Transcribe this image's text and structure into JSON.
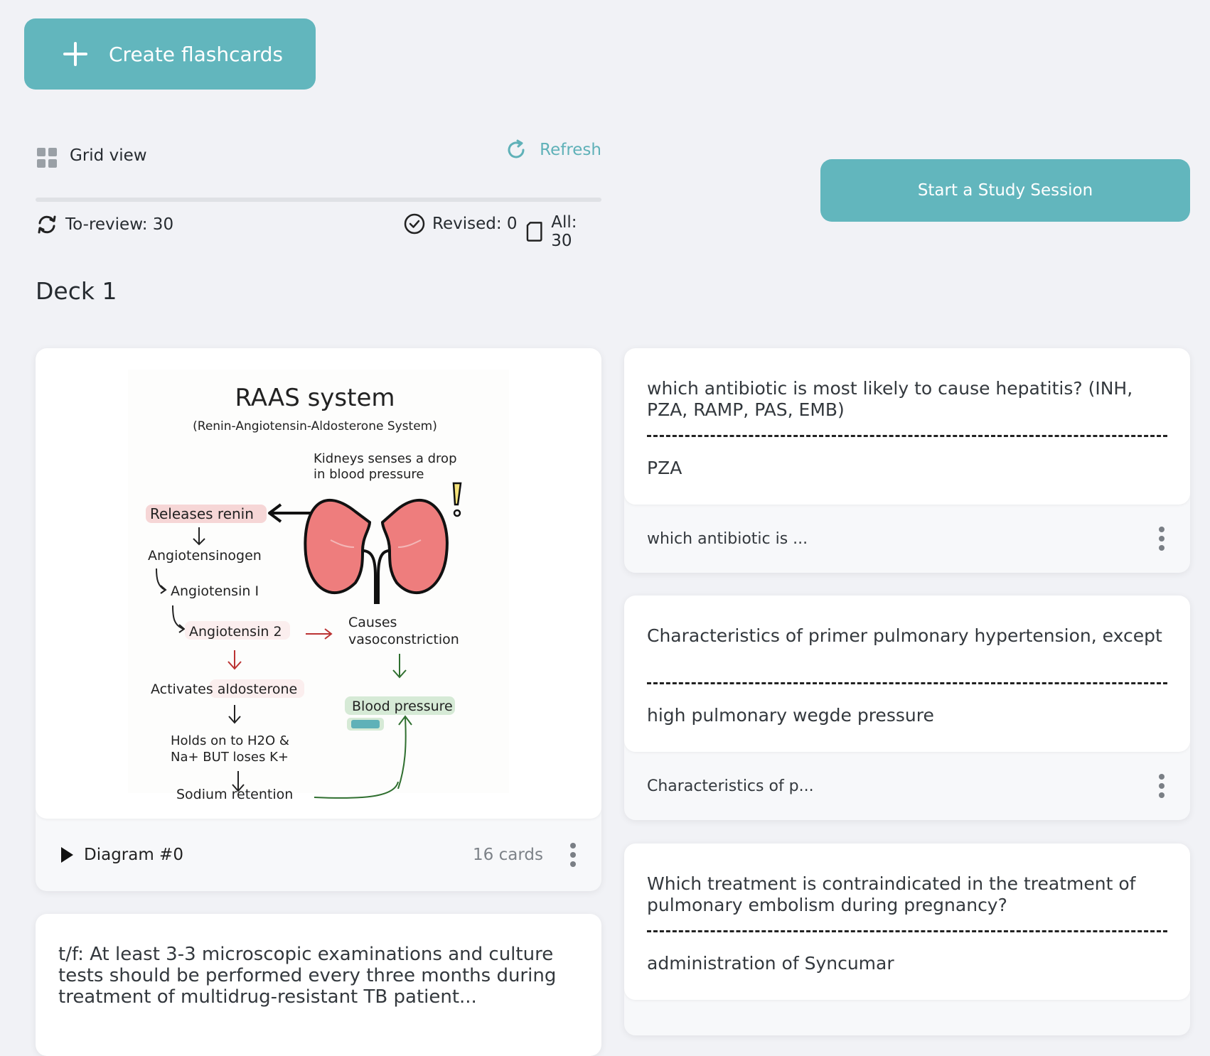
{
  "toolbar": {
    "create_label": "Create flashcards",
    "grid_view_label": "Grid view",
    "refresh_label": "Refresh",
    "study_label": "Start a Study Session"
  },
  "stats": {
    "to_review": "To-review: 30",
    "revised": "Revised: 0",
    "all": "All: 30"
  },
  "deck": {
    "title": "Deck 1"
  },
  "diagram_card": {
    "name": "Diagram #0",
    "count": "16 cards",
    "diagram": {
      "title": "RAAS system",
      "subtitle": "(Renin-Angiotensin-Aldosterone System)",
      "kidney_note_1": "Kidneys senses a drop",
      "kidney_note_2": "in blood pressure",
      "releases_renin": "Releases renin",
      "angiotensinogen": "Angiotensinogen",
      "angiotensin_1": "Angiotensin I",
      "angiotensin_2": "Angiotensin 2",
      "causes": "Causes",
      "vasoconstriction": "vasoconstriction",
      "activates": "Activates aldosterone",
      "blood_pressure": "Blood pressure",
      "holds_1": "Holds on to H2O &",
      "holds_2": "Na+ BUT loses K+",
      "sodium": "Sodium retention"
    }
  },
  "cards": [
    {
      "question": "which antibiotic is most likely to cause hepatitis? (INH, PZA, RAMP, PAS, EMB)",
      "answer": "PZA",
      "preview": "which antibiotic is ..."
    },
    {
      "question": "Characteristics of primer pulmonary hypertension, except",
      "answer": "high pulmonary wegde pressure",
      "preview": "Characteristics of p..."
    },
    {
      "question": "Which treatment is contraindicated in the treatment of pulmonary embolism during pregnancy?",
      "answer": "administration of Syncumar"
    }
  ],
  "tf_card": {
    "text": "t/f: At least 3-3 microscopic examinations and culture tests should be performed every three months during treatment of multidrug-resistant TB patient..."
  },
  "colors": {
    "accent": "#62b6bd",
    "refresh": "#5fb1b8",
    "renin_highlight": "#f6d6d6",
    "bp_highlight": "#d6ead6"
  },
  "icons": [
    "plus-icon",
    "grid-icon",
    "refresh-icon",
    "sync-icon",
    "check-circle-icon",
    "card-icon",
    "play-icon",
    "kebab-icon",
    "kidney-icon"
  ]
}
